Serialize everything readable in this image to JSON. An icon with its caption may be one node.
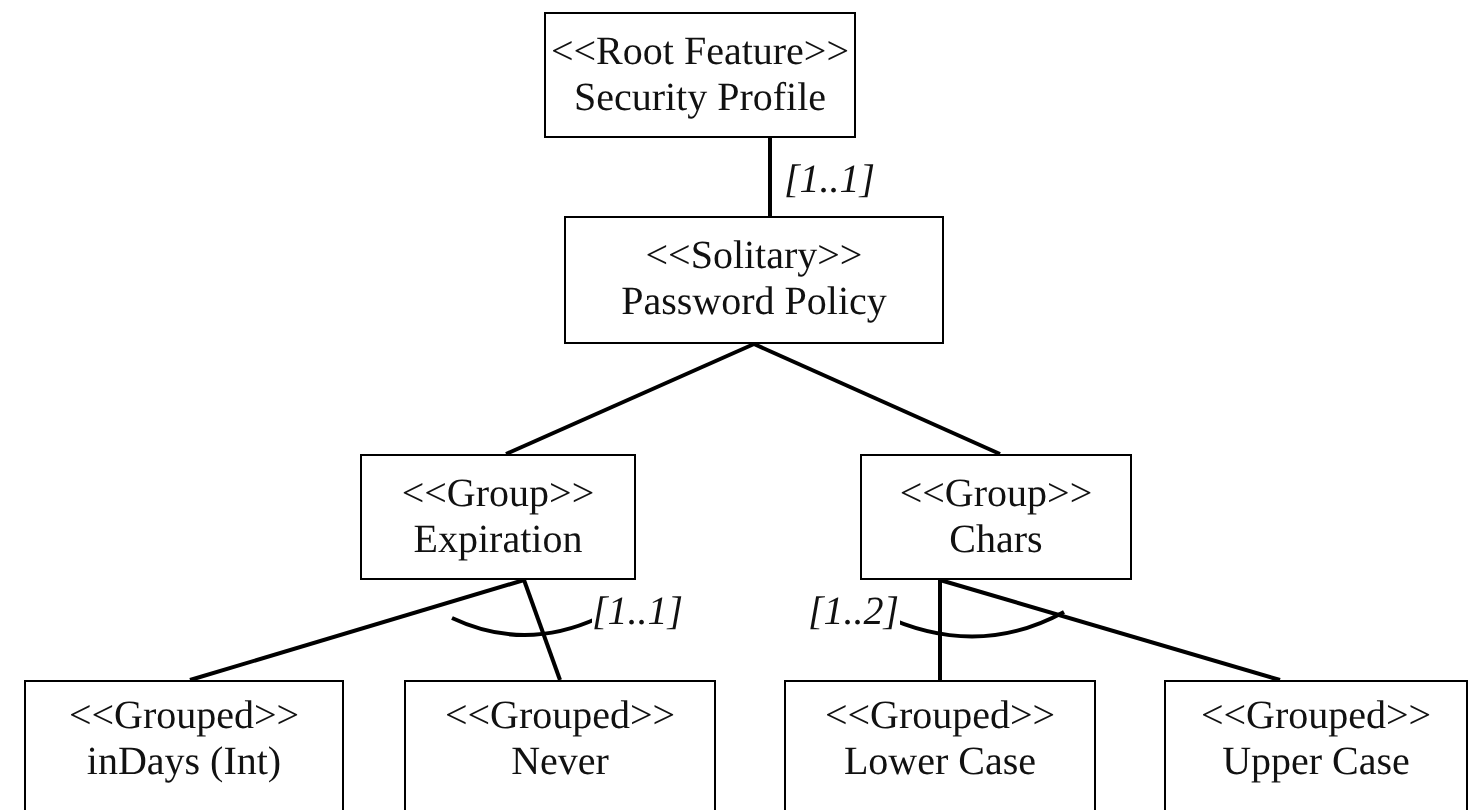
{
  "diagram": {
    "nodes": [
      {
        "text": [
          "<<Root Feature>>",
          "Security Profile"
        ]
      },
      {
        "text": [
          "<<Solitary>>",
          "Password Policy"
        ]
      },
      {
        "text": [
          "<<Group>>",
          "Expiration"
        ]
      },
      {
        "text": [
          "<<Group>>",
          "Chars"
        ]
      },
      {
        "text": [
          "<<Grouped>>",
          "inDays (Int)"
        ]
      },
      {
        "text": [
          "<<Grouped>>",
          "Never"
        ]
      },
      {
        "text": [
          "<<Grouped>>",
          "Lower Case"
        ]
      },
      {
        "text": [
          "<<Grouped>>",
          "Upper Case"
        ]
      }
    ],
    "edges": [
      {
        "from": 0,
        "to": 1,
        "arrow": "none",
        "label": "[1..1]"
      },
      {
        "from": 1,
        "to": 2,
        "arrow": "none"
      },
      {
        "from": 1,
        "to": 3,
        "arrow": "none"
      },
      {
        "from": 2,
        "to": 4,
        "arrow": "none"
      },
      {
        "from": 2,
        "to": 5,
        "arrow": "none"
      },
      {
        "from": 3,
        "to": 6,
        "arrow": "none"
      },
      {
        "from": 3,
        "to": 7,
        "arrow": "none"
      }
    ],
    "labels": [
      "[1..1]",
      "[1..2]"
    ]
  }
}
